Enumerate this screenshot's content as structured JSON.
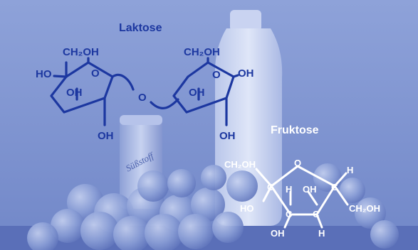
{
  "colors": {
    "background": "#8a9ed6",
    "background_light": "#a9b8e4",
    "lactose_ink": "#1c37a0",
    "fructose_ink": "#ffffff"
  },
  "lactose": {
    "title": "Laktose",
    "left_ring": {
      "ch2oh": "CH₂OH",
      "ho": "HO",
      "oh_inner": "OH",
      "ring_o": "O",
      "oh_bottom": "OH"
    },
    "bridge_o": "O",
    "right_ring": {
      "ch2oh": "CH₂OH",
      "ring_o": "O",
      "oh_right": "OH",
      "oh_inner": "OH",
      "oh_bottom": "OH"
    }
  },
  "fructose": {
    "title": "Fruktose",
    "labels": {
      "ch2oh_left": "CH₂OH",
      "ring_o": "O",
      "h_top_right": "H",
      "c1": "C",
      "h_mid": "H",
      "oh_mid": "OH",
      "c_right": "C",
      "ho_left": "HO",
      "c_bottom_left": "C",
      "c_bottom_right": "C",
      "ch2oh_right": "CH₂OH",
      "oh_bottom": "OH",
      "h_bottom": "H"
    }
  },
  "background_photo": {
    "bottle_label_text": "Süßstoff"
  }
}
